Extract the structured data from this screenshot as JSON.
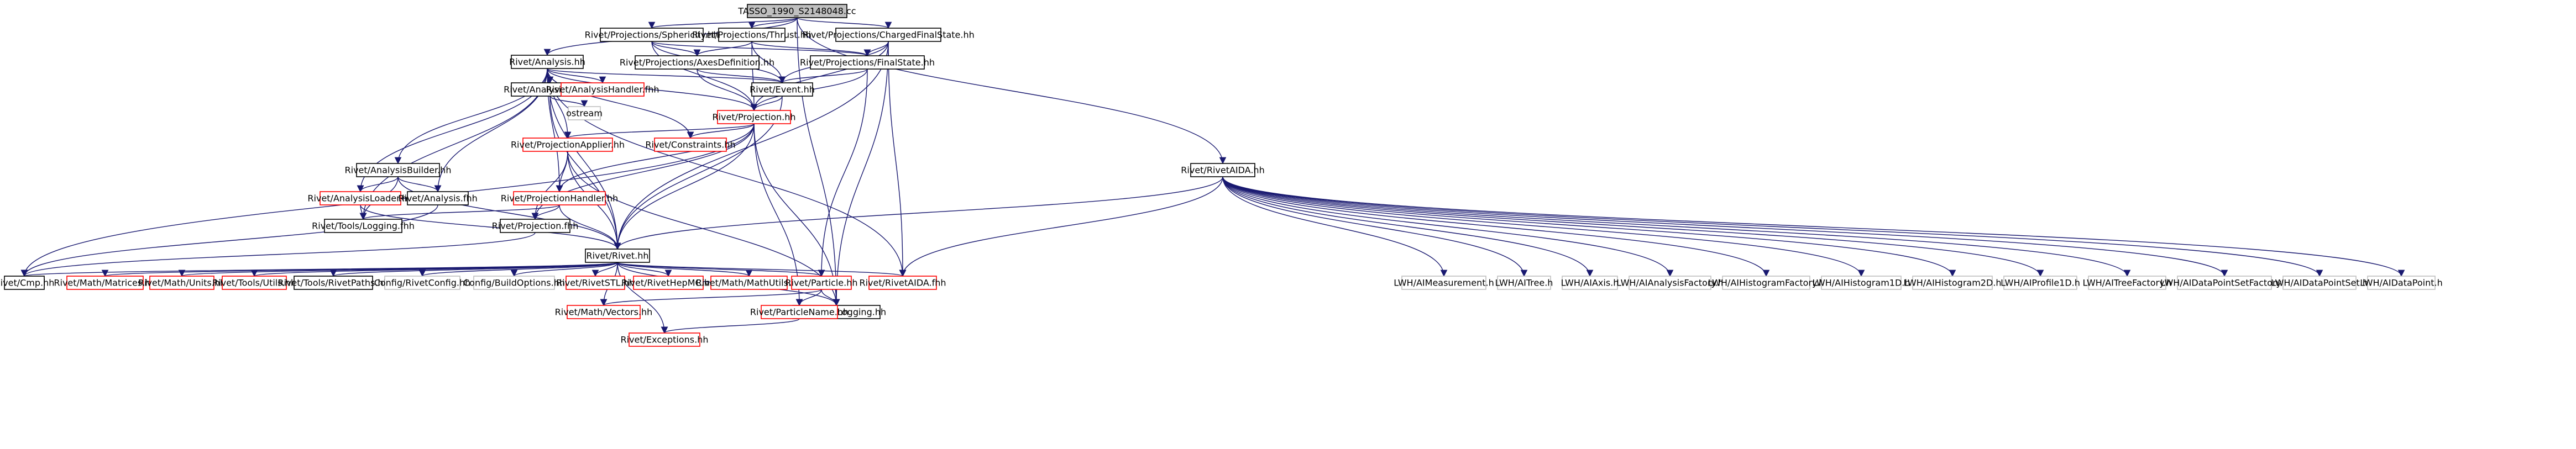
{
  "colors": {
    "edge": "#191970",
    "root_fill": "#bfbfbf",
    "node_fill": "#ffffff",
    "node_stroke_black": "#000000",
    "node_stroke_red": "#ff0000",
    "node_stroke_grey": "#bfbfbf",
    "node_text": "#000000"
  },
  "nodes": [
    {
      "id": "root",
      "label": "TASSO_1990_S2148048.cc",
      "style": "root"
    },
    {
      "id": "sphericity",
      "label": "Rivet/Projections/Sphericity.hh",
      "style": "black"
    },
    {
      "id": "thrust",
      "label": "Rivet/Projections/Thrust.hh",
      "style": "black"
    },
    {
      "id": "cfs",
      "label": "Rivet/Projections/ChargedFinalState.hh",
      "style": "black"
    },
    {
      "id": "analysis",
      "label": "Rivet/Analysis.hh",
      "style": "black"
    },
    {
      "id": "axesdef",
      "label": "Rivet/Projections/AxesDefinition.hh",
      "style": "black"
    },
    {
      "id": "finalstate",
      "label": "Rivet/Projections/FinalState.hh",
      "style": "black"
    },
    {
      "id": "event",
      "label": "Rivet/Event.hh",
      "style": "black"
    },
    {
      "id": "anainfo",
      "label": "Rivet/AnalysisInfo.hh",
      "style": "black"
    },
    {
      "id": "anahandler",
      "label": "Rivet/AnalysisHandler.fhh",
      "style": "red"
    },
    {
      "id": "projection",
      "label": "Rivet/Projection.hh",
      "style": "red"
    },
    {
      "id": "ostream",
      "label": "ostream",
      "style": "grey"
    },
    {
      "id": "projapplier",
      "label": "Rivet/ProjectionApplier.hh",
      "style": "red"
    },
    {
      "id": "constraints",
      "label": "Rivet/Constraints.hh",
      "style": "red"
    },
    {
      "id": "anabuilder",
      "label": "Rivet/AnalysisBuilder.hh",
      "style": "black"
    },
    {
      "id": "analoader",
      "label": "Rivet/AnalysisLoader.hh",
      "style": "red"
    },
    {
      "id": "analysisfhh",
      "label": "Rivet/Analysis.fhh",
      "style": "black"
    },
    {
      "id": "projhandler",
      "label": "Rivet/ProjectionHandler.hh",
      "style": "red"
    },
    {
      "id": "toolslogfhh",
      "label": "Rivet/Tools/Logging.fhh",
      "style": "black"
    },
    {
      "id": "projfhh",
      "label": "Rivet/Projection.fhh",
      "style": "black"
    },
    {
      "id": "rivethh",
      "label": "Rivet/Rivet.hh",
      "style": "black"
    },
    {
      "id": "rivetaida",
      "label": "Rivet/RivetAIDA.hh",
      "style": "black"
    },
    {
      "id": "cmphh",
      "label": "Rivet/Cmp.hh",
      "style": "black"
    },
    {
      "id": "mathmatrices",
      "label": "Rivet/Math/Matrices.hh",
      "style": "red"
    },
    {
      "id": "mathunits",
      "label": "Rivet/Math/Units.hh",
      "style": "red"
    },
    {
      "id": "toolsutils",
      "label": "Rivet/Tools/Utils.hh",
      "style": "red"
    },
    {
      "id": "toolspaths",
      "label": "Rivet/Tools/RivetPaths.hh",
      "style": "black"
    },
    {
      "id": "config",
      "label": "Config/RivetConfig.hh",
      "style": "grey"
    },
    {
      "id": "buildopts",
      "label": "Config/BuildOptions.hh",
      "style": "grey"
    },
    {
      "id": "rivetstl",
      "label": "Rivet/RivetSTL.hh",
      "style": "red"
    },
    {
      "id": "rivethepmc",
      "label": "Rivet/RivetHepMC.hh",
      "style": "red"
    },
    {
      "id": "mathutils",
      "label": "Rivet/Math/MathUtils.hh",
      "style": "red"
    },
    {
      "id": "particle",
      "label": "Rivet/Particle.hh",
      "style": "red"
    },
    {
      "id": "rivetaidafhh",
      "label": "Rivet/RivetAIDA.fhh",
      "style": "red"
    },
    {
      "id": "toolslogging",
      "label": "Rivet/Tools/Logging.hh",
      "style": "black"
    },
    {
      "id": "mathvectors",
      "label": "Rivet/Math/Vectors.hh",
      "style": "red"
    },
    {
      "id": "particlename",
      "label": "Rivet/ParticleName.hh",
      "style": "red"
    },
    {
      "id": "exceptions",
      "label": "Rivet/Exceptions.hh",
      "style": "red"
    },
    {
      "id": "lwh_meas",
      "label": "LWH/AIMeasurement.h",
      "style": "grey"
    },
    {
      "id": "lwh_tree",
      "label": "LWH/AITree.h",
      "style": "grey"
    },
    {
      "id": "lwh_axis",
      "label": "LWH/AIAxis.h",
      "style": "grey"
    },
    {
      "id": "lwh_anafac",
      "label": "LWH/AIAnalysisFactory.h",
      "style": "grey"
    },
    {
      "id": "lwh_histfac",
      "label": "LWH/AIHistogramFactory.h",
      "style": "grey"
    },
    {
      "id": "lwh_h1d",
      "label": "LWH/AIHistogram1D.h",
      "style": "grey"
    },
    {
      "id": "lwh_h2d",
      "label": "LWH/AIHistogram2D.h",
      "style": "grey"
    },
    {
      "id": "lwh_p1d",
      "label": "LWH/AIProfile1D.h",
      "style": "grey"
    },
    {
      "id": "lwh_treefac",
      "label": "LWH/AITreeFactory.h",
      "style": "grey"
    },
    {
      "id": "lwh_dpsfac",
      "label": "LWH/AIDataPointSetFactory.h",
      "style": "grey"
    },
    {
      "id": "lwh_dps",
      "label": "LWH/AIDataPointSet.h",
      "style": "grey"
    },
    {
      "id": "lwh_dp",
      "label": "LWH/AIDataPoint.h",
      "style": "grey"
    }
  ],
  "edges": [
    [
      "root",
      "sphericity"
    ],
    [
      "root",
      "thrust"
    ],
    [
      "root",
      "cfs"
    ],
    [
      "root",
      "analysis"
    ],
    [
      "root",
      "rivetaida"
    ],
    [
      "root",
      "toolslogging"
    ],
    [
      "sphericity",
      "axesdef"
    ],
    [
      "sphericity",
      "finalstate"
    ],
    [
      "sphericity",
      "event"
    ],
    [
      "sphericity",
      "projection"
    ],
    [
      "thrust",
      "axesdef"
    ],
    [
      "thrust",
      "finalstate"
    ],
    [
      "thrust",
      "event"
    ],
    [
      "thrust",
      "projection"
    ],
    [
      "cfs",
      "finalstate"
    ],
    [
      "cfs",
      "event"
    ],
    [
      "cfs",
      "projection"
    ],
    [
      "cfs",
      "rivethh"
    ],
    [
      "cfs",
      "rivetaidafhh"
    ],
    [
      "cfs",
      "toolslogging"
    ],
    [
      "axesdef",
      "event"
    ],
    [
      "axesdef",
      "projection"
    ],
    [
      "finalstate",
      "event"
    ],
    [
      "finalstate",
      "projection"
    ],
    [
      "finalstate",
      "particle"
    ],
    [
      "event",
      "projection"
    ],
    [
      "event",
      "rivethh"
    ],
    [
      "analysis",
      "event"
    ],
    [
      "analysis",
      "projection"
    ],
    [
      "analysis",
      "anainfo"
    ],
    [
      "analysis",
      "anahandler"
    ],
    [
      "analysis",
      "projapplier"
    ],
    [
      "analysis",
      "constraints"
    ],
    [
      "analysis",
      "anabuilder"
    ],
    [
      "analysis",
      "analoader"
    ],
    [
      "analysis",
      "analysisfhh"
    ],
    [
      "analysis",
      "projhandler"
    ],
    [
      "analysis",
      "toolslogfhh"
    ],
    [
      "analysis",
      "rivethh"
    ],
    [
      "analysis",
      "rivetaidafhh"
    ],
    [
      "anainfo",
      "ostream"
    ],
    [
      "anainfo",
      "rivethh"
    ],
    [
      "projection",
      "projapplier"
    ],
    [
      "projection",
      "constraints"
    ],
    [
      "projection",
      "projfhh"
    ],
    [
      "projection",
      "projhandler"
    ],
    [
      "projection",
      "rivethh"
    ],
    [
      "projection",
      "cmphh"
    ],
    [
      "projection",
      "particlename"
    ],
    [
      "projection",
      "toolslogging"
    ],
    [
      "projapplier",
      "projhandler"
    ],
    [
      "projapplier",
      "projfhh"
    ],
    [
      "projapplier",
      "rivethh"
    ],
    [
      "projapplier",
      "toolslogging"
    ],
    [
      "anabuilder",
      "analoader"
    ],
    [
      "anabuilder",
      "analysisfhh"
    ],
    [
      "anabuilder",
      "rivethh"
    ],
    [
      "anabuilder",
      "toolslogfhh"
    ],
    [
      "analoader",
      "toolslogfhh"
    ],
    [
      "analoader",
      "rivethh"
    ],
    [
      "analysisfhh",
      "cmphh"
    ],
    [
      "projhandler",
      "projfhh"
    ],
    [
      "projhandler",
      "rivethh"
    ],
    [
      "projhandler",
      "toolslogfhh"
    ],
    [
      "projfhh",
      "cmphh"
    ],
    [
      "rivethh",
      "mathmatrices"
    ],
    [
      "rivethh",
      "mathunits"
    ],
    [
      "rivethh",
      "toolsutils"
    ],
    [
      "rivethh",
      "toolspaths"
    ],
    [
      "rivethh",
      "config"
    ],
    [
      "rivethh",
      "buildopts"
    ],
    [
      "rivethh",
      "rivetstl"
    ],
    [
      "rivethh",
      "rivethepmc"
    ],
    [
      "rivethh",
      "mathutils"
    ],
    [
      "rivethh",
      "particle"
    ],
    [
      "rivethh",
      "rivetaidafhh"
    ],
    [
      "rivethh",
      "toolslogging"
    ],
    [
      "rivethh",
      "exceptions"
    ],
    [
      "rivethh",
      "mathvectors"
    ],
    [
      "rivethh",
      "cmphh"
    ],
    [
      "rivetaida",
      "rivethh"
    ],
    [
      "rivetaida",
      "rivetaidafhh"
    ],
    [
      "rivetaida",
      "lwh_meas"
    ],
    [
      "rivetaida",
      "lwh_tree"
    ],
    [
      "rivetaida",
      "lwh_axis"
    ],
    [
      "rivetaida",
      "lwh_anafac"
    ],
    [
      "rivetaida",
      "lwh_histfac"
    ],
    [
      "rivetaida",
      "lwh_h1d"
    ],
    [
      "rivetaida",
      "lwh_h2d"
    ],
    [
      "rivetaida",
      "lwh_p1d"
    ],
    [
      "rivetaida",
      "lwh_treefac"
    ],
    [
      "rivetaida",
      "lwh_dpsfac"
    ],
    [
      "rivetaida",
      "lwh_dps"
    ],
    [
      "rivetaida",
      "lwh_dp"
    ],
    [
      "particle",
      "particlename"
    ],
    [
      "particle",
      "mathvectors"
    ],
    [
      "particle",
      "toolslogging"
    ],
    [
      "particlename",
      "exceptions"
    ]
  ]
}
